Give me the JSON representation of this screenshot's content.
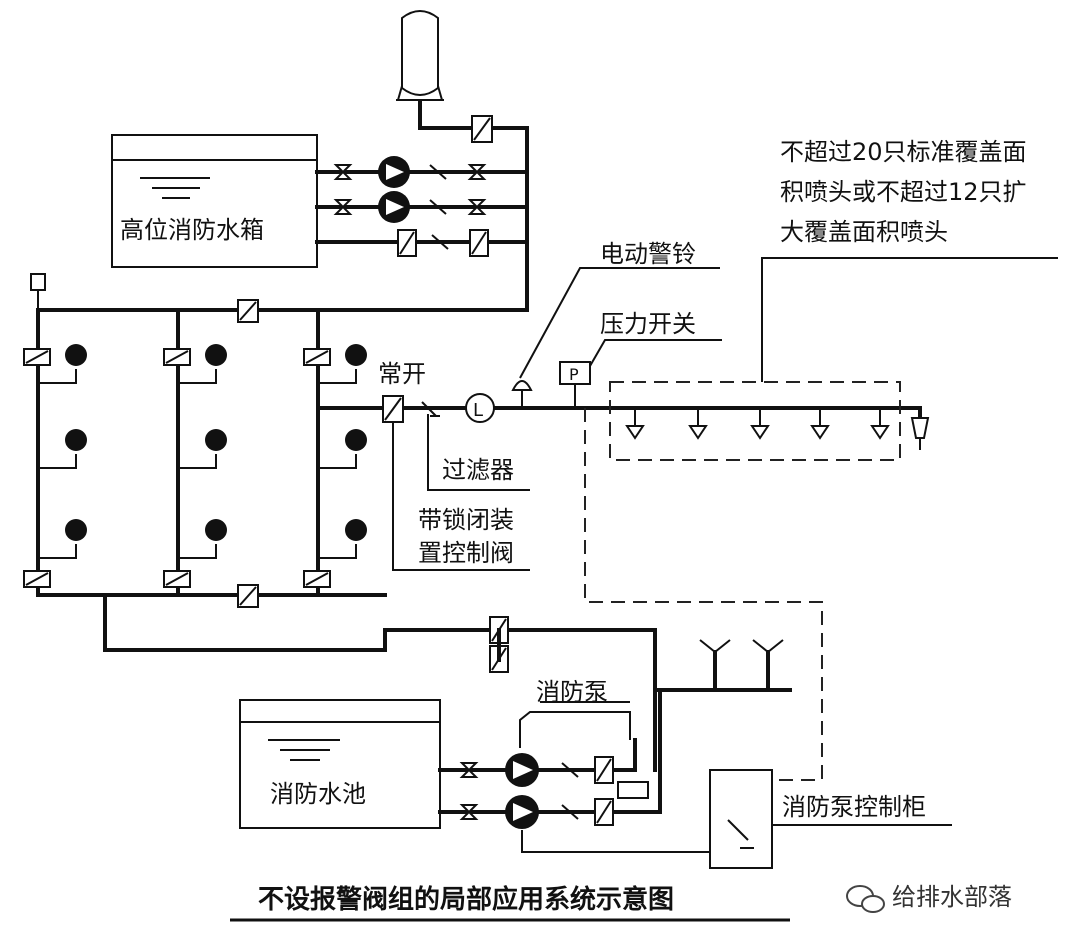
{
  "labels": {
    "high_tank": "高位消防水箱",
    "alarm_bell": "电动警铃",
    "pressure_switch": "压力开关",
    "pressure_switch_mark": "P",
    "flow_mark": "L",
    "normally_open": "常开",
    "filter": "过滤器",
    "lock_valve_1": "带锁闭装",
    "lock_valve_2": "置控制阀",
    "sprinkler_note_1": "不超过20只标准覆盖面",
    "sprinkler_note_2": "积喷头或不超过12只扩",
    "sprinkler_note_3": "大覆盖面积喷头",
    "fire_pump": "消防泵",
    "fire_pool": "消防水池",
    "pump_cabinet": "消防泵控制柜"
  },
  "title": "不设报警阀组的局部应用系统示意图",
  "watermark": "给排水部落",
  "icons": [
    "pressure-tank-icon",
    "pump-icon",
    "gate-valve-icon",
    "check-valve-icon",
    "sprinkler-head-icon",
    "alarm-bell-icon",
    "wechat-icon"
  ]
}
